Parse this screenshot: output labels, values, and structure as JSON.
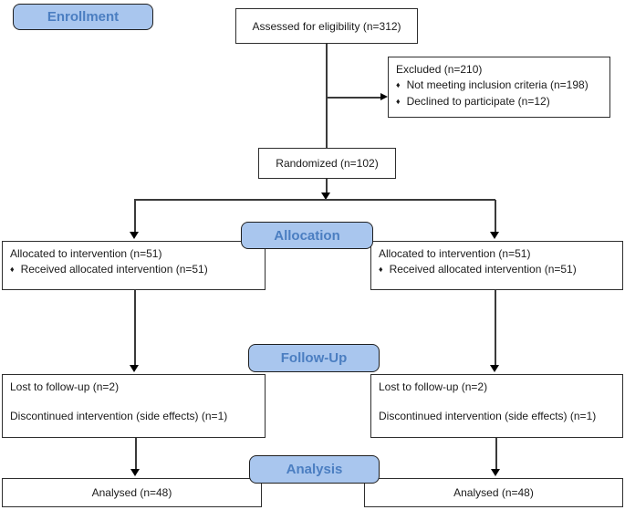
{
  "glyphs": {
    "bullet": "♦"
  },
  "stages": {
    "enrollment": {
      "label": "Enrollment"
    },
    "allocation": {
      "label": "Allocation"
    },
    "followup": {
      "label": "Follow-Up"
    },
    "analysis": {
      "label": "Analysis"
    }
  },
  "boxes": {
    "assessed": {
      "text": "Assessed for eligibility (n=312)"
    },
    "excluded": {
      "title": "Excluded (n=210)",
      "items": [
        "Not meeting inclusion criteria (n=198)",
        "Declined to participate (n=12)"
      ]
    },
    "randomized": {
      "text": "Randomized (n=102)"
    },
    "alloc_left": {
      "title": "Allocated to intervention (n=51)",
      "items": [
        "Received allocated intervention (n=51)"
      ]
    },
    "alloc_right": {
      "title": "Allocated to intervention (n=51)",
      "items": [
        "Received allocated intervention (n=51)"
      ]
    },
    "followup_left": {
      "line1": "Lost to follow-up (n=2)",
      "line2": "Discontinued intervention (side effects) (n=1)"
    },
    "followup_right": {
      "line1": "Lost to follow-up (n=2)",
      "line2": "Discontinued intervention (side effects) (n=1)"
    },
    "analysed_left": {
      "text": "Analysed (n=48)"
    },
    "analysed_right": {
      "text": "Analysed (n=48)"
    }
  },
  "colors": {
    "badge_fill": "#a9c6ee",
    "badge_text": "#4b7ec1",
    "box_border": "#2e2e2e",
    "line": "#3a3a3a",
    "background": "#ffffff"
  }
}
